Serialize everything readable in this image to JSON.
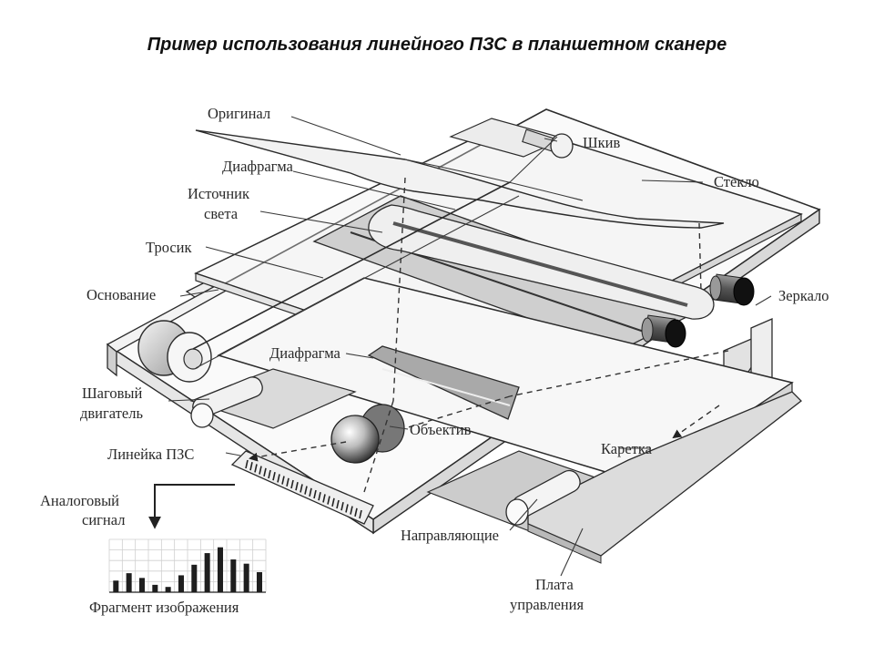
{
  "title": "Пример использования линейного ПЗС в планшетном сканере",
  "labels": {
    "original": "Оригинал",
    "pulley": "Шкив",
    "diaphragm_top": "Диафрагма",
    "glass": "Стекло",
    "light_source_1": "Источник",
    "light_source_2": "света",
    "cable": "Тросик",
    "base": "Основание",
    "mirror": "Зеркало",
    "diaphragm_mid": "Диафрагма",
    "stepper_1": "Шаговый",
    "stepper_2": "двигатель",
    "lens": "Объектив",
    "ccd": "Линейка ПЗС",
    "carriage": "Каретка",
    "analog_1": "Аналоговый",
    "analog_2": "сигнал",
    "guides": "Направляющие",
    "board_1": "Плата",
    "board_2": "управления",
    "fragment": "Фрагмент изображения"
  },
  "fragment_bars": [
    0.22,
    0.36,
    0.27,
    0.14,
    0.1,
    0.32,
    0.52,
    0.74,
    0.85,
    0.62,
    0.54,
    0.38
  ]
}
